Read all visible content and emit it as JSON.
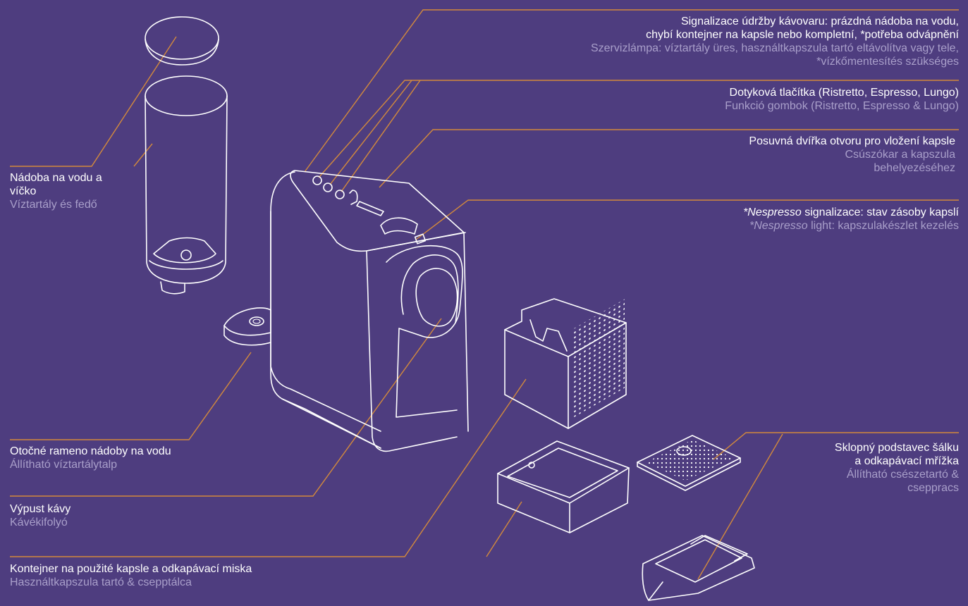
{
  "callouts": {
    "maintenance": {
      "cz_1": "Signalizace údržby kávovaru: prázdná nádoba na vodu,",
      "cz_2": "chybí kontejner na kapsle nebo kompletní, *potřeba odvápnění",
      "hu_1": "Szervizlámpa: víztartály üres, használtkapszula tartó eltávolítva vagy tele,",
      "hu_2": "*vízkőmentesítés szükséges"
    },
    "buttons": {
      "cz": "Dotyková tlačítka (Ristretto, Espresso, Lungo)",
      "hu": "Funkció gombok (Ristretto, Espresso & Lungo)"
    },
    "door": {
      "cz": "Posuvná dvířka otvoru pro vložení kapsle",
      "hu_1": "Csúszókar a kapszula",
      "hu_2": "behelyezéséhez"
    },
    "nespresso": {
      "cz_brand": "*Nespresso",
      "cz_rest": " signalizace: stav zásoby kapslí",
      "hu_brand": "*Nespresso",
      "hu_rest": " light: kapszulakészlet kezelés"
    },
    "water_tank": {
      "cz_1": "Nádoba na vodu a",
      "cz_2": "víčko",
      "hu": "Víztartály és fedő"
    },
    "swivel_arm": {
      "cz": "Otočné rameno nádoby na vodu",
      "hu": "Állítható víztartálytalp"
    },
    "outlet": {
      "cz": "Výpust kávy",
      "hu": "Kávékifolyó"
    },
    "capsule_container": {
      "cz": "Kontejner na použité kapsle a odkapávací miska",
      "hu": "Használtkapszula tartó & csepptálca"
    },
    "cup_support": {
      "cz_1": "Sklopný podstavec šálku",
      "cz_2": "a odkapávací mřížka",
      "hu_1": "Állítható csészetartó &",
      "hu_2": "cseppracs"
    }
  }
}
